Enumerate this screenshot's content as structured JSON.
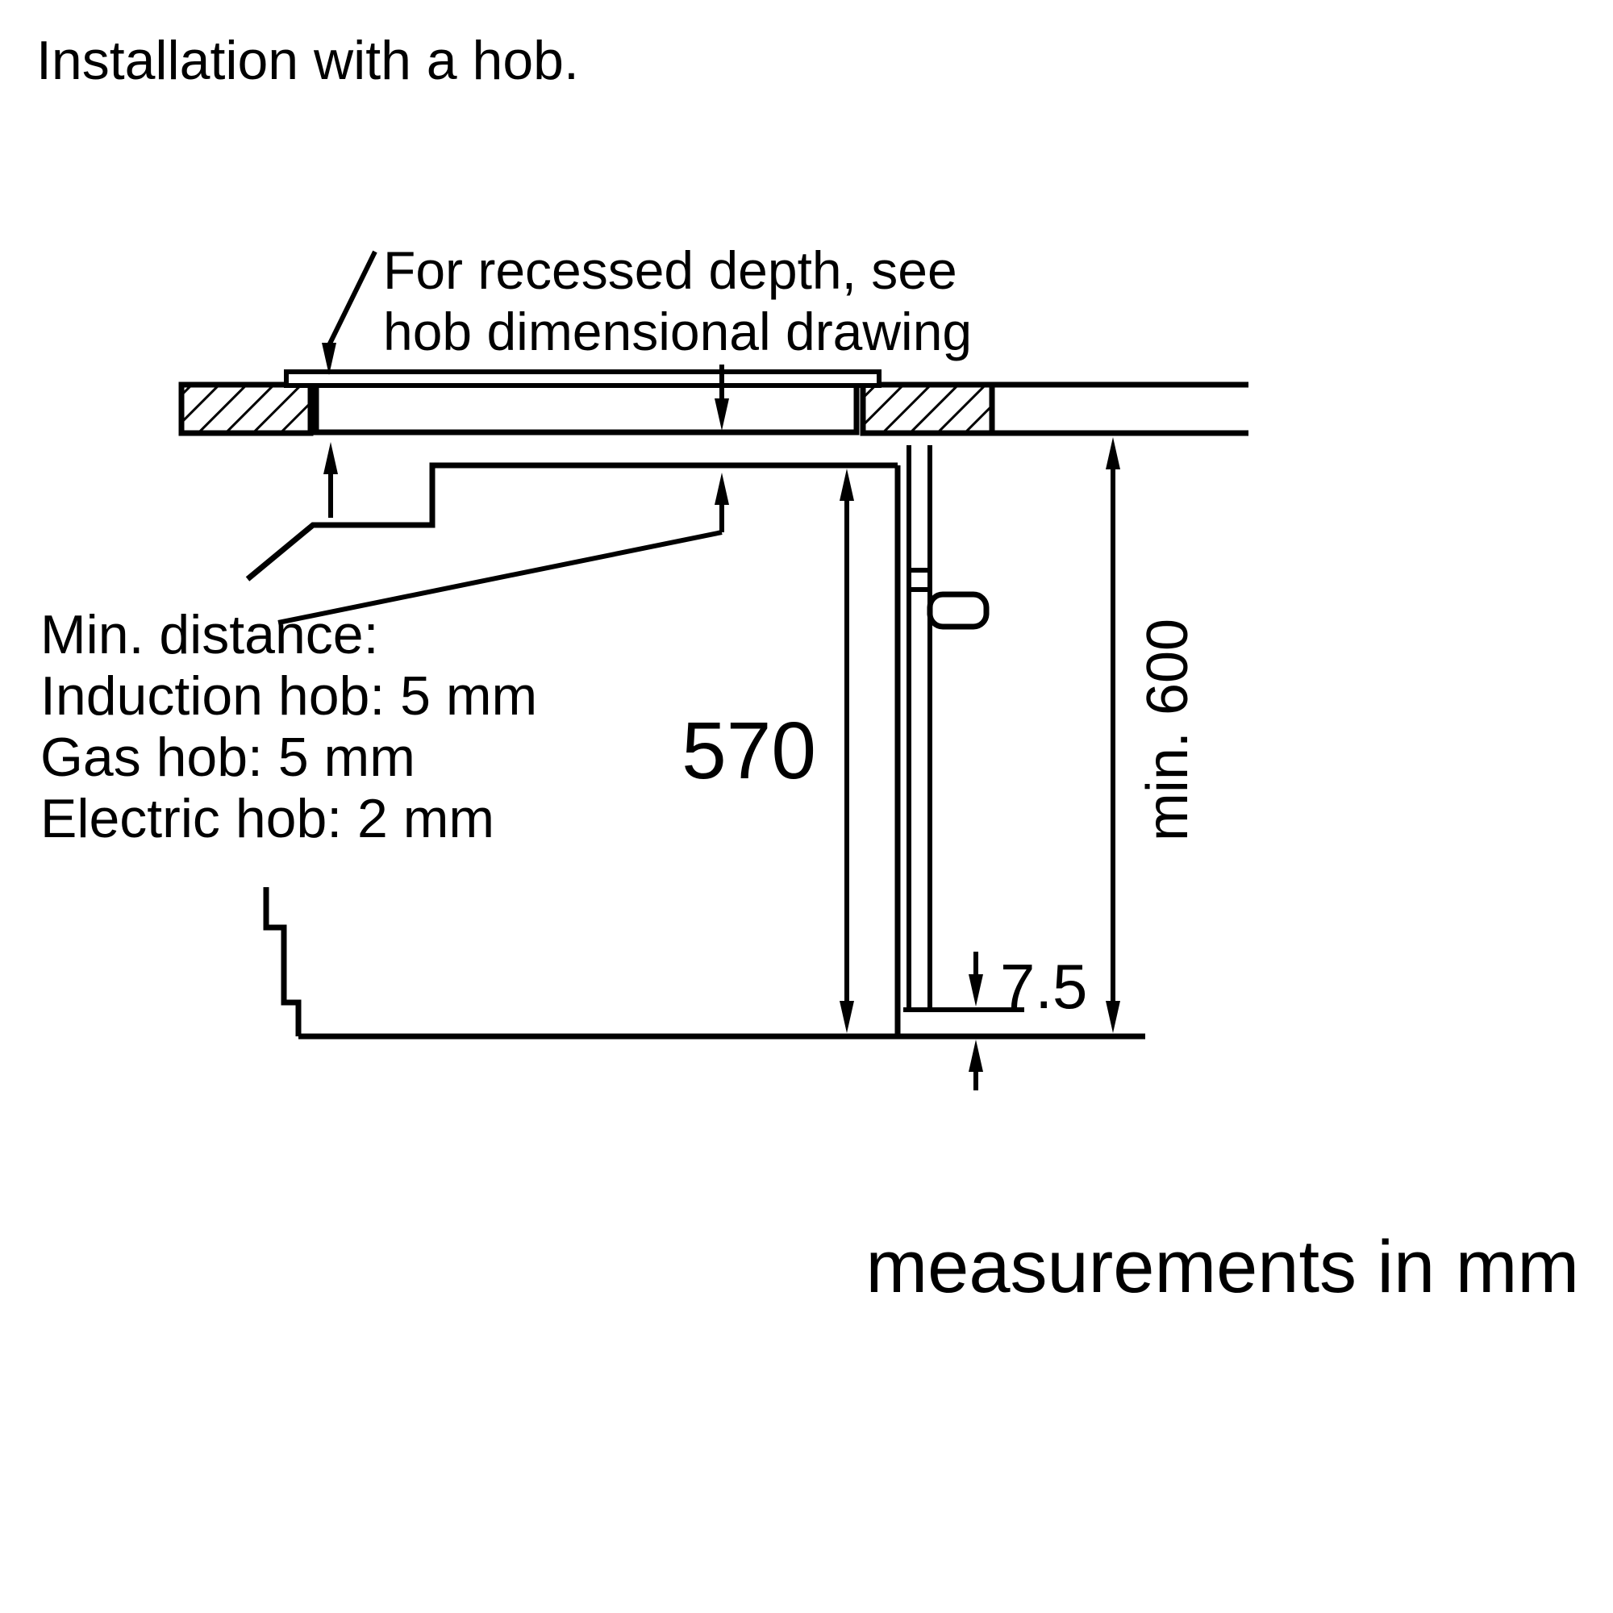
{
  "title": "Installation with a hob.",
  "note": {
    "line1": "For recessed depth, see",
    "line2": "hob dimensional drawing"
  },
  "min_distance": {
    "heading": "Min. distance:",
    "lines": [
      "Induction hob: 5 mm",
      "Gas hob: 5 mm",
      "Electric hob: 2 mm"
    ]
  },
  "dimensions": {
    "oven_height_mm": "570",
    "min_niche_height": "min. 600",
    "bottom_gap_mm": "7.5"
  },
  "footer": "measurements in mm",
  "colors": {
    "line": "#000000",
    "background": "#ffffff"
  }
}
